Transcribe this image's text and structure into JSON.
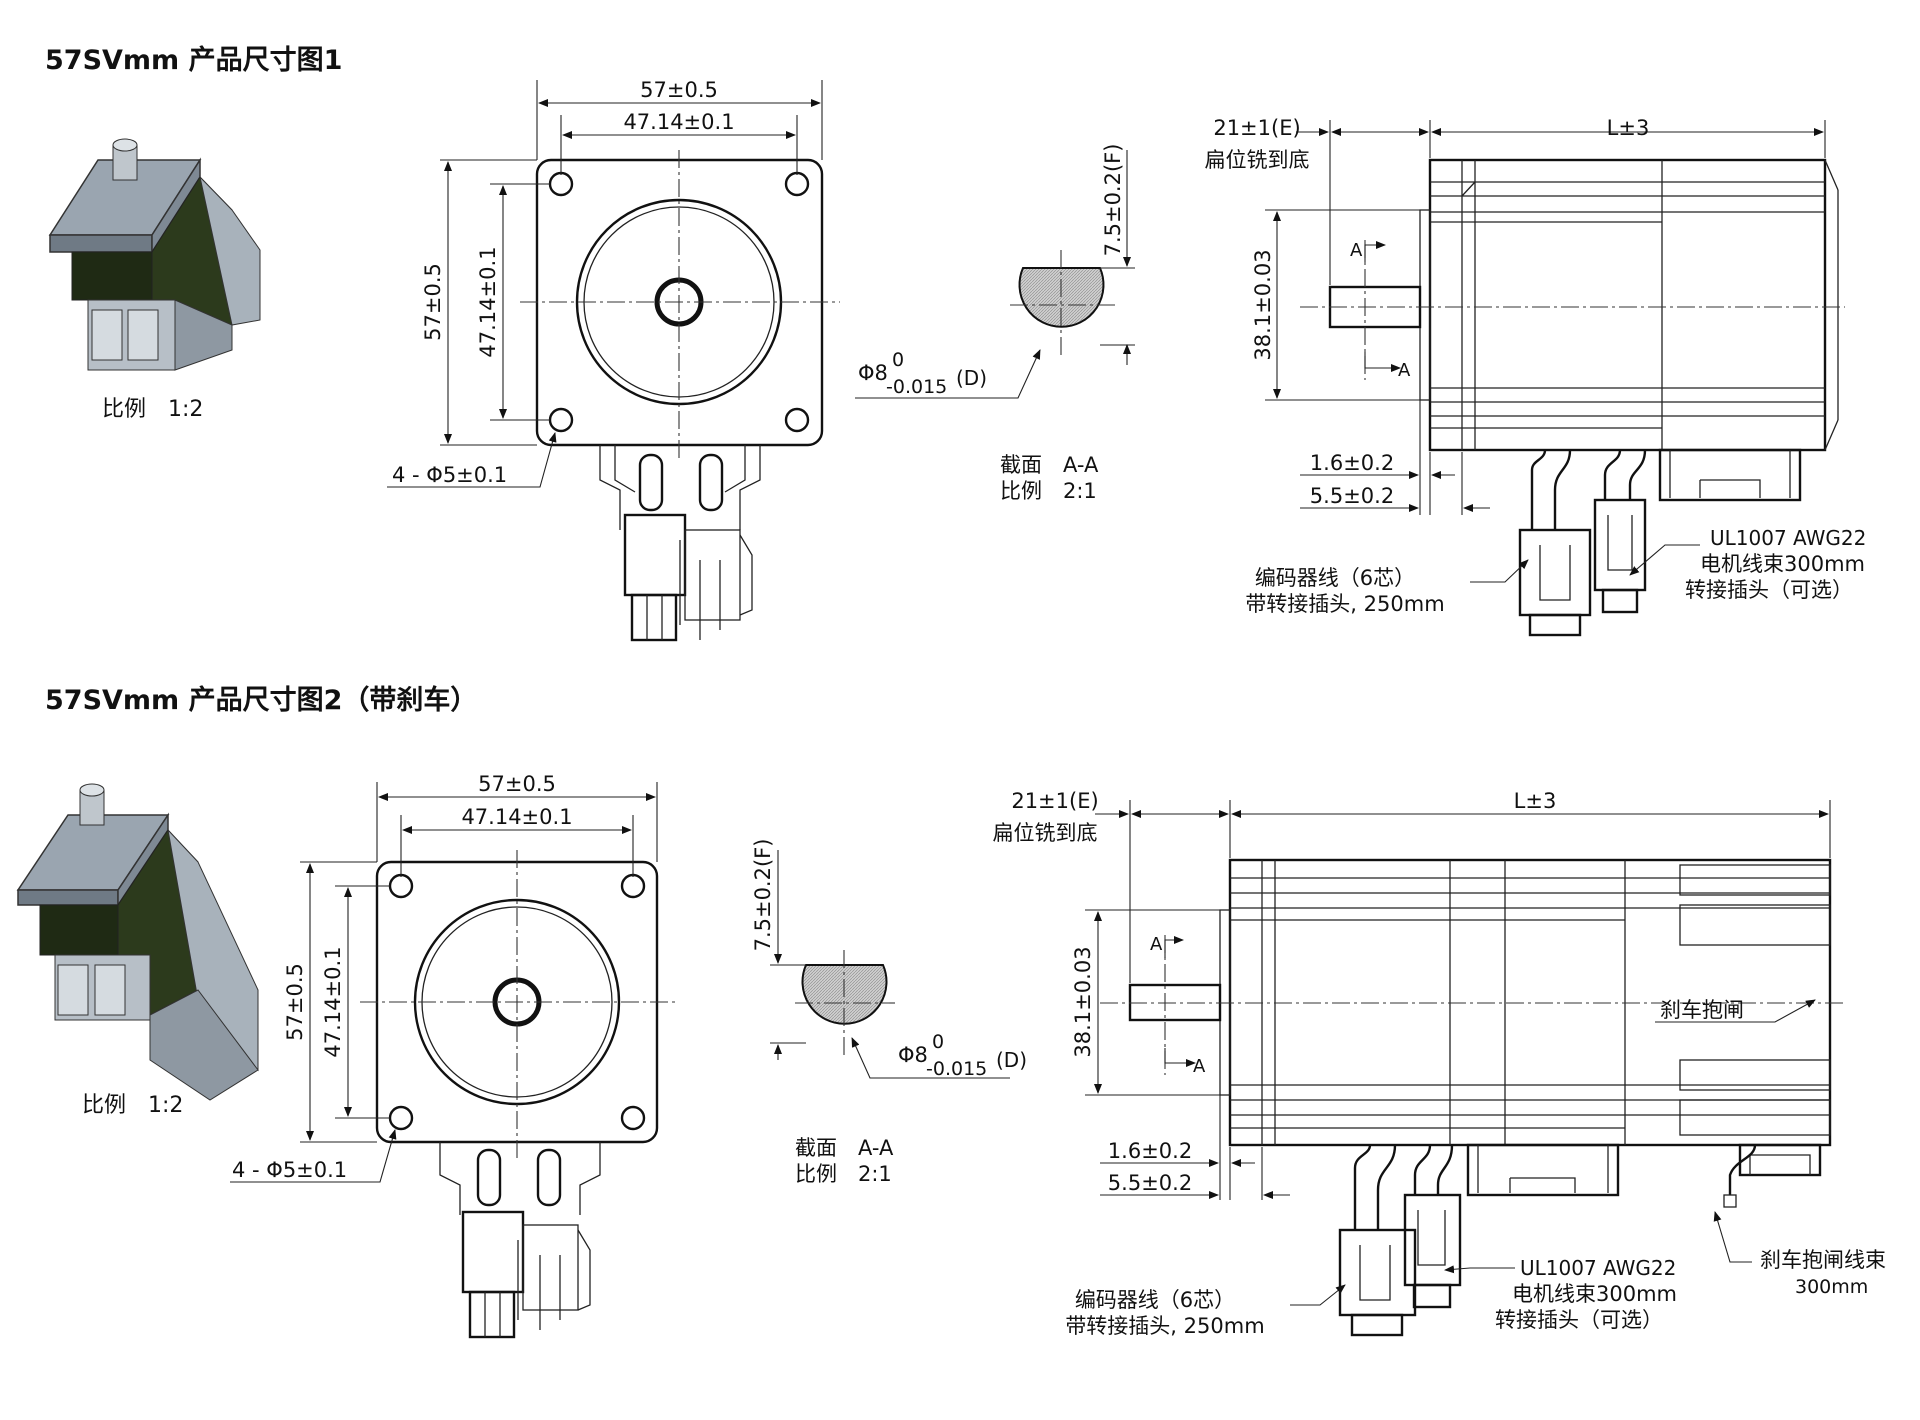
{
  "figure1": {
    "title": "57SVmm 产品尺寸图1",
    "iso_scale": "比例　1:2",
    "front": {
      "width": "57±0.5",
      "pitch": "47.14±0.1",
      "height": "57±0.5",
      "pitch_v": "47.14±0.1",
      "holes": "4 - Φ5±0.1"
    },
    "section": {
      "flat": "7.5±0.2(F)",
      "shaft_dia": "Φ8",
      "tol_upper": "0",
      "tol_lower": "-0.015",
      "tol_tag": "(D)",
      "label": "截面　A-A",
      "scale": "比例　2:1"
    },
    "side": {
      "flat_len": "21±1(E)",
      "flat_note": "扁位铣到底",
      "length": "L±3",
      "pilot": "38.1±0.03",
      "flange_a": "1.6±0.2",
      "flange_b": "5.5±0.2",
      "cut_mark": "A",
      "encoder_line1": "编码器线（6芯）",
      "encoder_line2": "带转接插头, 250mm",
      "motor_line1": "UL1007 AWG22",
      "motor_line2": "电机线束300mm",
      "motor_line3": "转接插头（可选）"
    }
  },
  "figure2": {
    "title": "57SVmm 产品尺寸图2（带刹车）",
    "iso_scale": "比例　1:2",
    "front": {
      "width": "57±0.5",
      "pitch": "47.14±0.1",
      "height": "57±0.5",
      "pitch_v": "47.14±0.1",
      "holes": "4 - Φ5±0.1"
    },
    "section": {
      "flat": "7.5±0.2(F)",
      "shaft_dia": "Φ8",
      "tol_upper": "0",
      "tol_lower": "-0.015",
      "tol_tag": "(D)",
      "label": "截面　A-A",
      "scale": "比例　2:1"
    },
    "side": {
      "flat_len": "21±1(E)",
      "flat_note": "扁位铣到底",
      "length": "L±3",
      "pilot": "38.1±0.03",
      "flange_a": "1.6±0.2",
      "flange_b": "5.5±0.2",
      "cut_mark": "A",
      "brake_label": "刹车抱闸",
      "encoder_line1": "编码器线（6芯）",
      "encoder_line2": "带转接插头, 250mm",
      "motor_line1": "UL1007 AWG22",
      "motor_line2": "电机线束300mm",
      "motor_line3": "转接插头（可选）",
      "brake_line1": "刹车抱闸线束",
      "brake_line2": "300mm"
    }
  }
}
